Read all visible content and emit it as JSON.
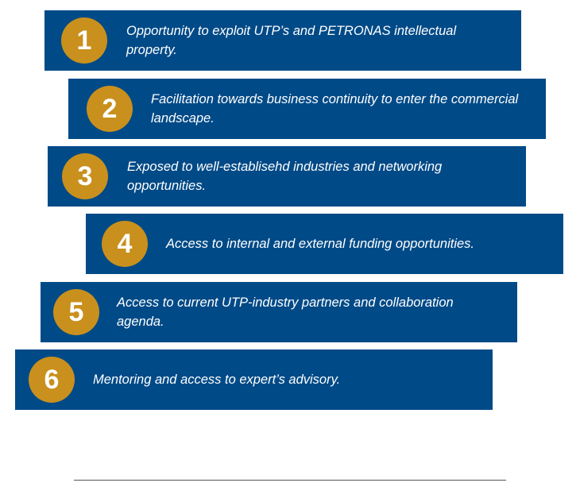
{
  "colors": {
    "bar": "#004a87",
    "badge": "#c9901d",
    "text": "#ffffff",
    "rule": "#555555"
  },
  "items": [
    {
      "number": "1",
      "text": "Opportunity to exploit UTP’s and PETRONAS intellectual property."
    },
    {
      "number": "2",
      "text": "Facilitation towards business continuity to enter the commercial landscape."
    },
    {
      "number": "3",
      "text": "Exposed to well-establisehd industries and networking opportunities."
    },
    {
      "number": "4",
      "text": "Access to internal and external funding opportunities."
    },
    {
      "number": "5",
      "text": "Access to current UTP-industry partners and collaboration agenda."
    },
    {
      "number": "6",
      "text": "Mentoring and access to expert’s advisory."
    }
  ]
}
